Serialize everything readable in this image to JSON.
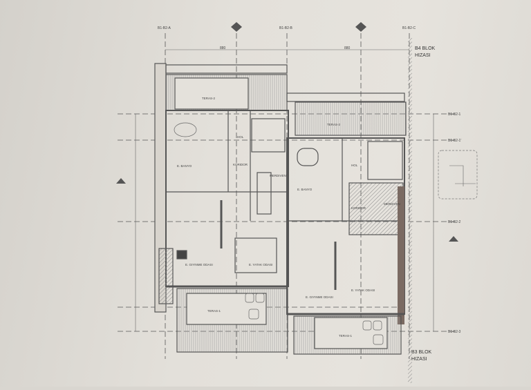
{
  "grid_axes_top": [
    "B1-B2-A",
    "B1-B2-B",
    "B1-B2-C"
  ],
  "grid_axes_right": [
    "B1-B2-1",
    "B1-B2-1'",
    "B1-B2-2",
    "B1-B2-3"
  ],
  "dimensions_top": [
    "880",
    "880"
  ],
  "block_notes": {
    "top": [
      "B4 BLOK",
      "HIZASI"
    ],
    "bottom": [
      "B3 BLOK",
      "HIZASI"
    ]
  },
  "rooms": {
    "left_teras2": "TERAS-2",
    "right_teras2": "TERAS-2",
    "left_banyo": "E. BANYO",
    "left_hol": "HOL",
    "left_koridor": "KORIDOR",
    "left_merdiven": "MERDIVEN",
    "right_banyo": "E. BANYO",
    "right_hol": "HOL",
    "right_koridor": "KORIDOR",
    "right_merdiven": "MERDIVEN",
    "left_giyinme": "E. GIYINME ODASI",
    "left_yatak": "E. YATAK ODASI",
    "right_giyinme": "E. GIYINME ODASI",
    "right_yatak": "E. YATAK ODASI",
    "left_teras1": "TERAS-1",
    "right_teras1": "TERAS-1"
  },
  "colors": {
    "paper": "#e3e0da",
    "line": "#555555",
    "wall_fill": "#7a6a62"
  }
}
